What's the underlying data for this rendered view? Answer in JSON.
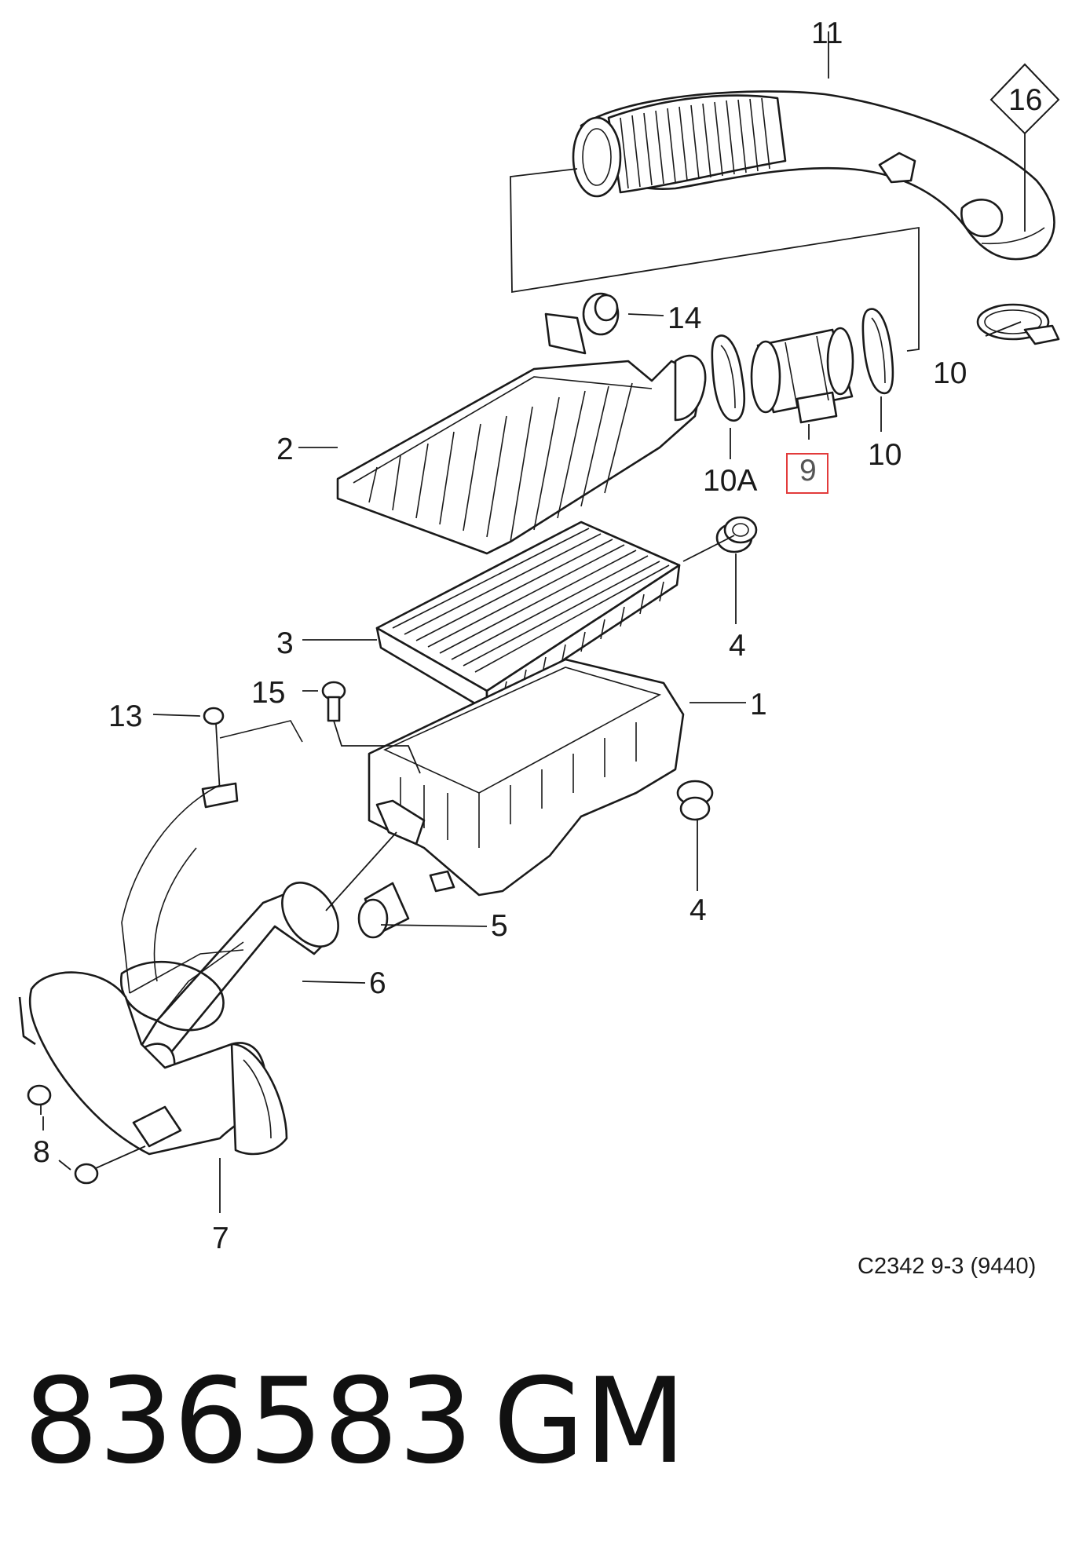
{
  "diagram": {
    "callouts": {
      "c1": "1",
      "c2": "2",
      "c3": "3",
      "c4a": "4",
      "c4b": "4",
      "c5": "5",
      "c6": "6",
      "c7": "7",
      "c8": "8",
      "c9": "9",
      "c10a": "10",
      "c10b": "10",
      "c10A": "10A",
      "c11": "11",
      "c13": "13",
      "c14": "14",
      "c15": "15",
      "c16": "16"
    },
    "highlighted_callout": "9",
    "highlight_color": "#e23b3b",
    "drawing_code": "C2342 9-3 (9440)"
  },
  "footer": {
    "part_number": "836583",
    "brand": "GM"
  }
}
